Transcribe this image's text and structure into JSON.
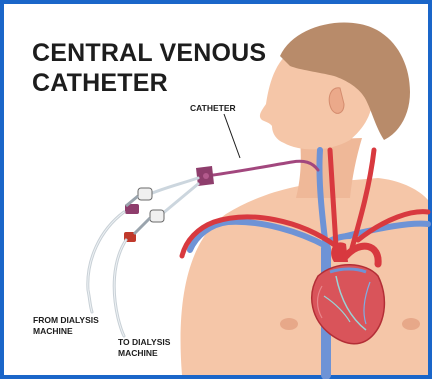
{
  "title_line1": "CENTRAL VENOUS",
  "title_line2": "CATHETER",
  "labels": {
    "catheter": "CATHETER",
    "from_line1": "FROM DIALYSIS",
    "from_line2": "MACHINE",
    "to_line1": "TO DIALYSIS",
    "to_line2": "MACHINE"
  },
  "colors": {
    "frame": "#1a66c9",
    "skin": "#f5c6a8",
    "skin_shadow": "#e7a889",
    "hair": "#b88b6a",
    "artery": "#d8393f",
    "vein": "#6e93d6",
    "catheter": "#a2477e"
  }
}
